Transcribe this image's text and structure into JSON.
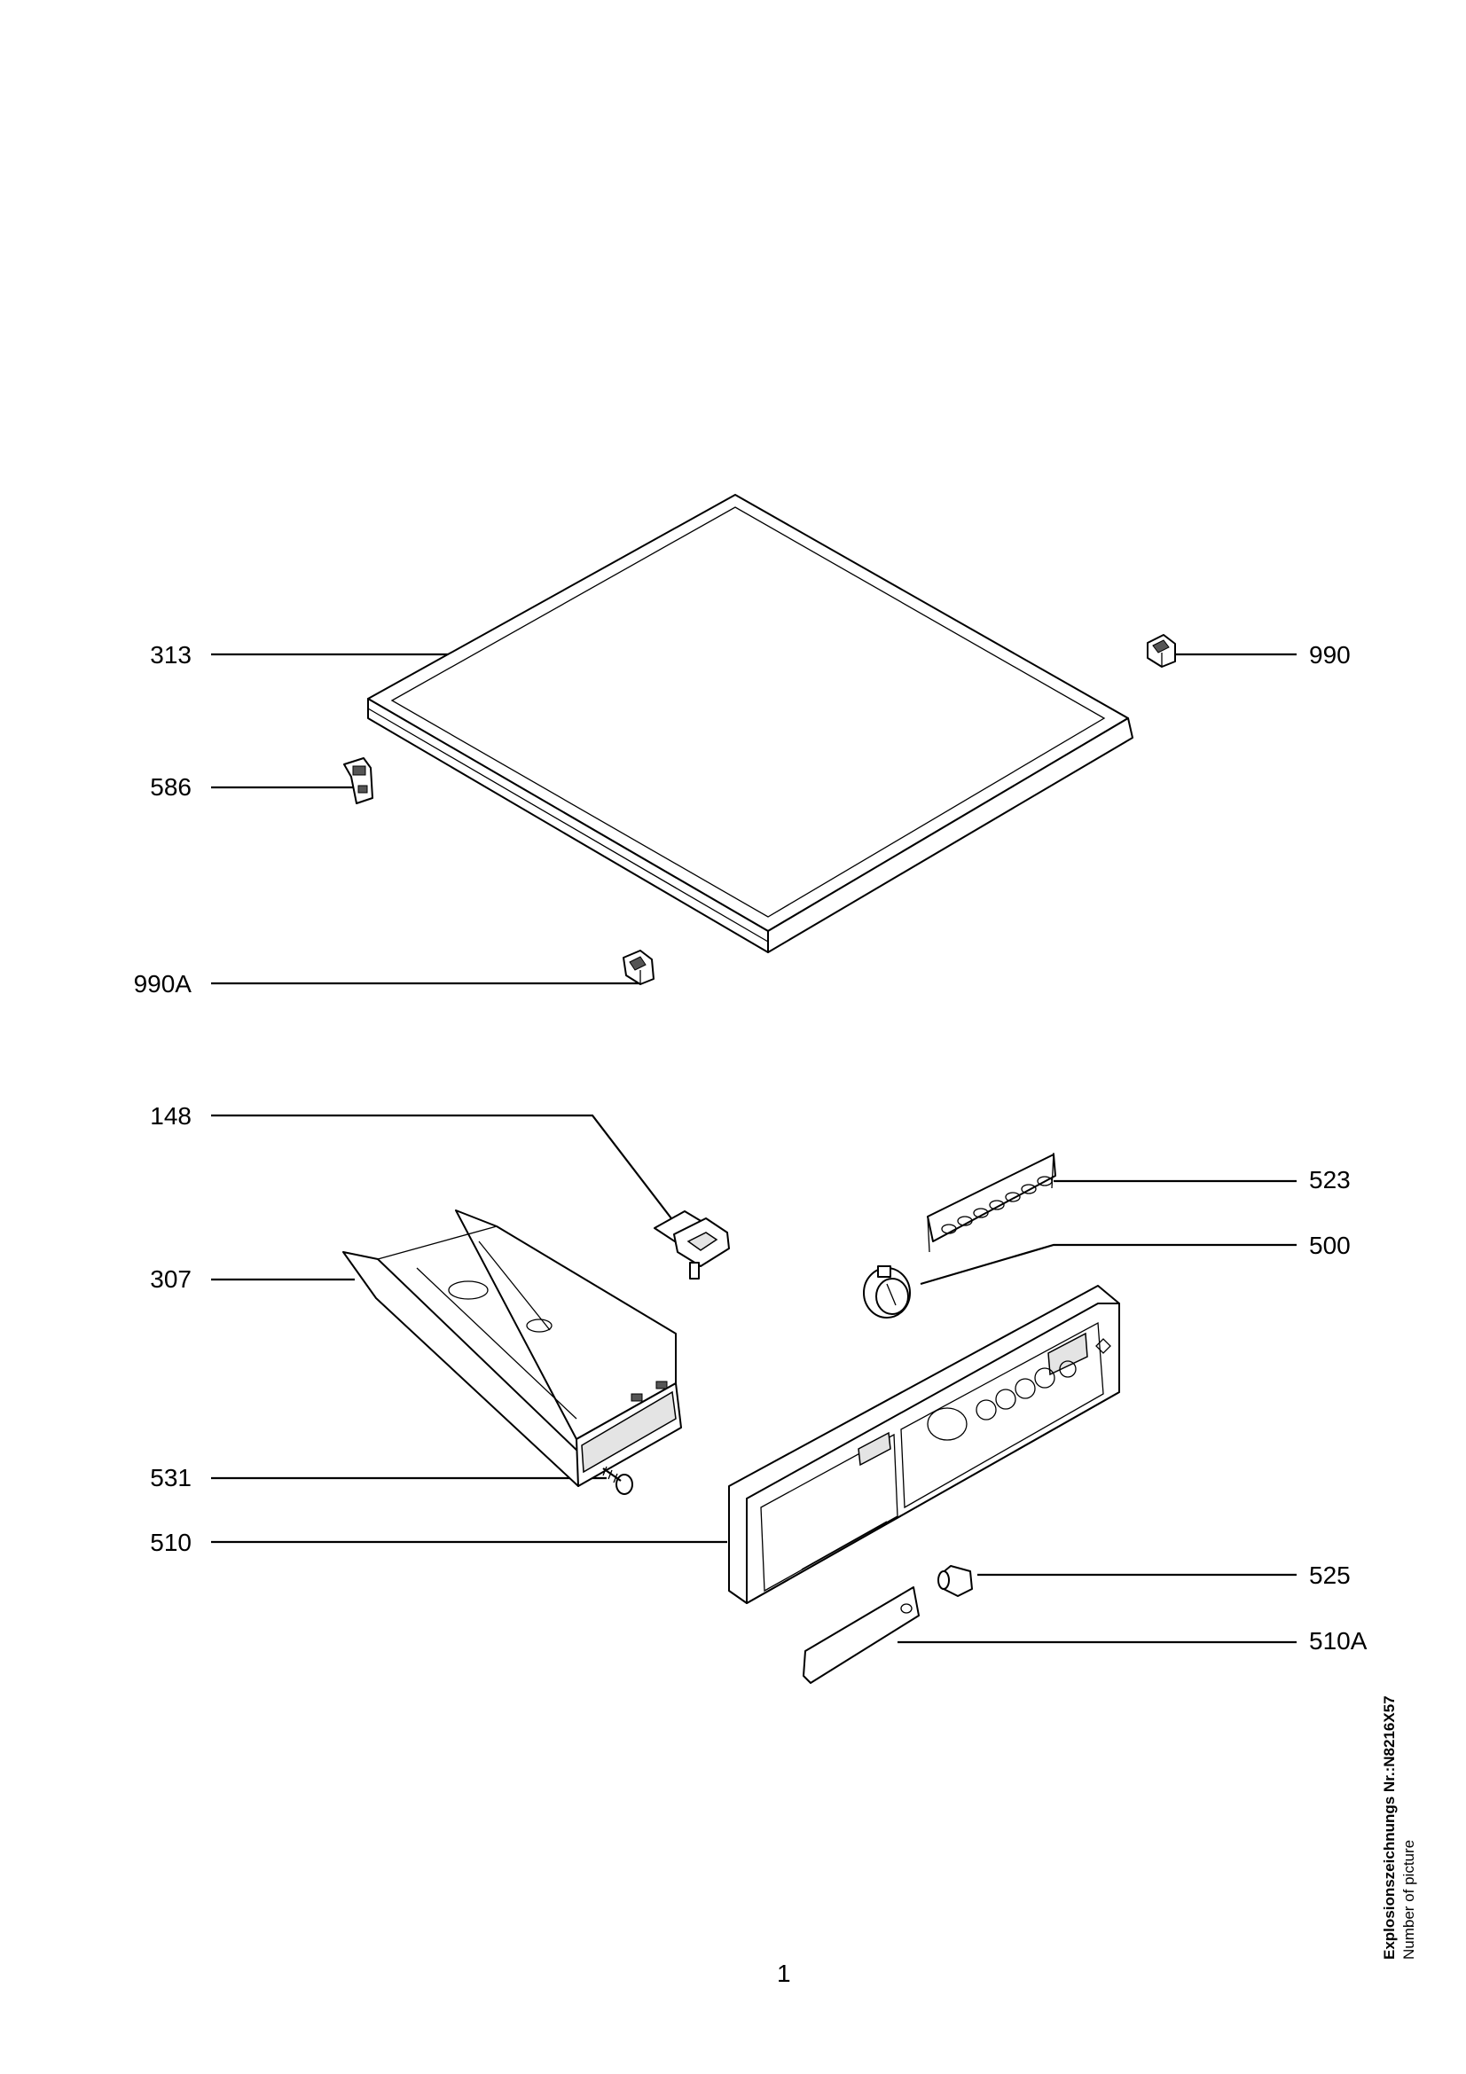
{
  "callouts": {
    "c313": "313",
    "c990": "990",
    "c586": "586",
    "c990a": "990A",
    "c148": "148",
    "c523": "523",
    "c500": "500",
    "c307": "307",
    "c531": "531",
    "c510": "510",
    "c525": "525",
    "c510a": "510A"
  },
  "caption": {
    "title": "Explosionszeichnungs Nr.:N8216X57",
    "subtitle": "Number of picture"
  },
  "page_number": "1"
}
